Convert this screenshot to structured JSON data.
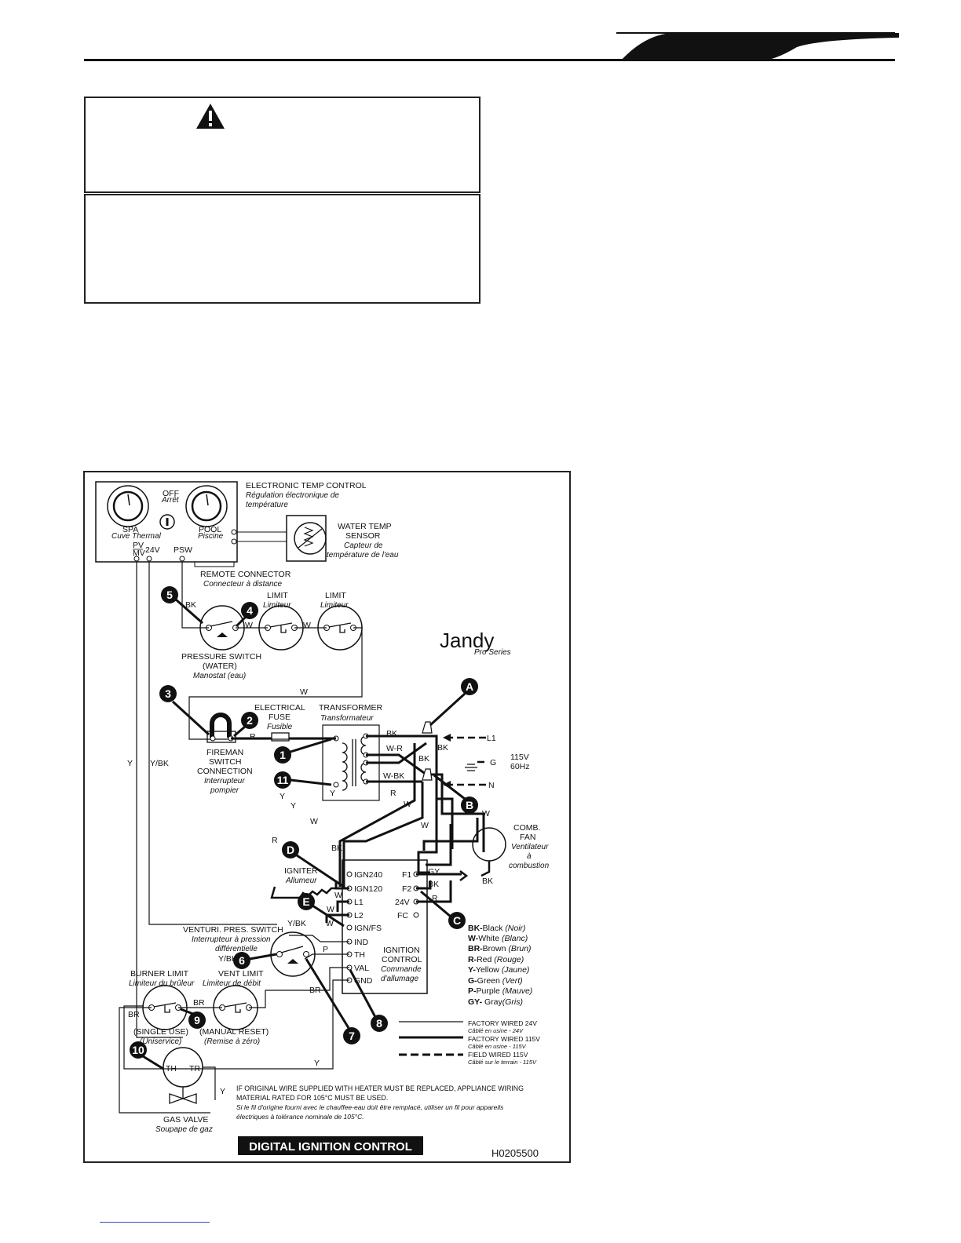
{
  "diagram": {
    "jandy_logo": "Jandy",
    "jandy_sub": "Pro Series",
    "etc": {
      "title": "ELECTRONIC TEMP CONTROL",
      "title_fr1": "Régulation électronique de",
      "title_fr2": "température",
      "spa": "SPA",
      "spa_fr": "Cuve Thermal",
      "off": "OFF",
      "off_fr": "Arrêt",
      "pool": "POOL",
      "pool_fr": "Piscine",
      "pv": "PV",
      "mv": "MV",
      "v24": "24V",
      "psw": "PSW"
    },
    "water_temp_sensor": {
      "l1": "WATER TEMP",
      "l2": "SENSOR",
      "fr1": "Capteur de",
      "fr2": "température de l'eau"
    },
    "remote_connector": {
      "en": "REMOTE CONNECTOR",
      "fr": "Connecteur à distance"
    },
    "limit1": {
      "en": "LIMIT",
      "fr": "Limiteur"
    },
    "limit2": {
      "en": "LIMIT",
      "fr": "Limiteur"
    },
    "pressure_switch": {
      "l1": "PRESSURE SWITCH",
      "l2": "(WATER)",
      "fr": "Manostat (eau)"
    },
    "fuse": {
      "l1": "ELECTRICAL",
      "l2": "FUSE",
      "fr": "Fusible"
    },
    "transformer": {
      "en": "TRANSFORMER",
      "fr": "Transformateur"
    },
    "fireman": {
      "l1": "FIREMAN",
      "l2": "SWITCH",
      "l3": "CONNECTION",
      "fr1": "Interrupteur",
      "fr2": "pompier"
    },
    "supply": {
      "l1": "L1",
      "g": "G",
      "n": "N",
      "volt": "115V",
      "hz": "60Hz"
    },
    "comb_fan": {
      "l1": "COMB.",
      "l2": "FAN",
      "fr1": "Ventilateur",
      "fr2": "à",
      "fr3": "combustion"
    },
    "igniter": {
      "en": "IGNITER",
      "fr": "Allumeur"
    },
    "ignition_control": {
      "l1": "IGNITION",
      "l2": "CONTROL",
      "fr1": "Commande",
      "fr2": "d'allumage",
      "left_terminals": [
        "IGN240",
        "IGN120",
        "L1",
        "L2",
        "IGN/FS",
        "IND",
        "TH",
        "VAL",
        "GND"
      ],
      "right_terminals": [
        "F1",
        "F2",
        "24V",
        "FC"
      ]
    },
    "venturi": {
      "en": "VENTURI. PRES. SWITCH",
      "fr1": "Interrupteur à pression",
      "fr2": "différentielle"
    },
    "burner_limit": {
      "en": "BURNER LIMIT",
      "fr": "Limiteur du brûleur",
      "note": "(SINGLE USE)",
      "note_fr": "(Uniservice)"
    },
    "vent_limit": {
      "en": "VENT LIMIT",
      "fr": "Limiteur de débit",
      "note": "(MANUAL RESET)",
      "note_fr": "(Remise à zéro)"
    },
    "gas_valve": {
      "en": "GAS VALVE",
      "fr": "Soupape de gaz",
      "th": "TH",
      "tr": "TR"
    },
    "wires": {
      "bk": "BK",
      "w": "W",
      "r": "R",
      "y": "Y",
      "ybk": "Y/BK",
      "wr": "W-R",
      "wbk": "W-BK",
      "gy": "GY",
      "p": "P",
      "br": "BR"
    },
    "badges": [
      "1",
      "2",
      "3",
      "4",
      "5",
      "6",
      "7",
      "8",
      "9",
      "10",
      "11",
      "A",
      "B",
      "C",
      "D",
      "E"
    ],
    "color_legend": [
      {
        "code": "BK-",
        "en": "Black",
        "fr": "(Noir)"
      },
      {
        "code": "W-",
        "en": "White",
        "fr": "(Blanc)"
      },
      {
        "code": "BR-",
        "en": "Brown",
        "fr": "(Brun)"
      },
      {
        "code": "R-",
        "en": "Red",
        "fr": "(Rouge)"
      },
      {
        "code": "Y-",
        "en": "Yellow",
        "fr": "(Jaune)"
      },
      {
        "code": "G-",
        "en": "Green",
        "fr": "(Vert)"
      },
      {
        "code": "P-",
        "en": "Purple",
        "fr": "(Mauve)"
      },
      {
        "code": "GY-",
        "en": " Gray",
        "fr": "(Gris)"
      }
    ],
    "line_legend": [
      {
        "en": "FACTORY WIRED 24V",
        "fr": "Câblé en usine - 24V"
      },
      {
        "en": "FACTORY WIRED 115V",
        "fr": "Câblé en usine - 115V"
      },
      {
        "en": "FIELD WIRED 115V",
        "fr": "Câblé sur le terrain - 115V"
      }
    ],
    "note": {
      "en1": "IF ORIGINAL WIRE SUPPLIED WITH HEATER MUST BE REPLACED, APPLIANCE WIRING",
      "en2": "MATERIAL RATED FOR 105°C MUST BE USED.",
      "fr1": "Si le fil d'origine fourni avec le chauffee-eau doit être remplacé, utiliser un fil pour appareils",
      "fr2": "électriques à tolérance nominale de 105°C."
    },
    "banner": "DIGITAL IGNITION CONTROL",
    "code": "H0205500"
  }
}
